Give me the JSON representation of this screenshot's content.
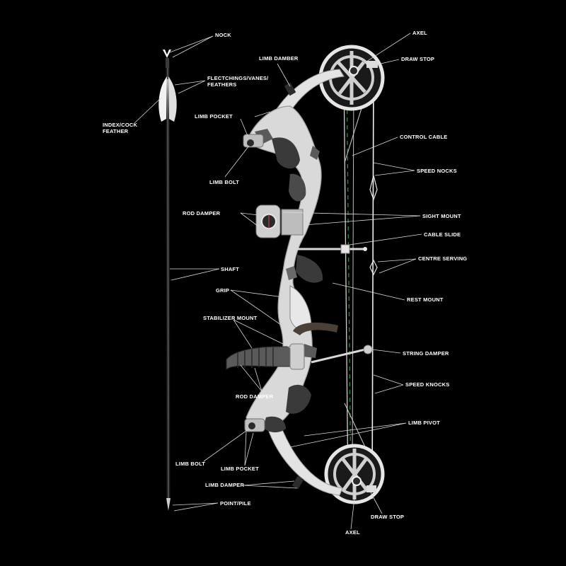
{
  "colors": {
    "background": "#000000",
    "label": "#ffffff",
    "leader": "#d8d8d8",
    "riser_light": "#d9d9d9",
    "riser_dark": "#3a3a3a",
    "cable_green": "#2a8a3a"
  },
  "labels": {
    "nock": "NOCK",
    "fletchings_line1": "FLECTCHINGS/VANES/",
    "fletchings_line2": "FEATHERS",
    "index_line1": "INDEX/COCK",
    "index_line2": "FEATHER",
    "shaft": "SHAFT",
    "point": "POINT/PILE",
    "axel_top": "AXEL",
    "draw_stop_top": "DRAW STOP",
    "limb_damber": "LIMB DAMBER",
    "limb_pocket_top": "LIMB POCKET",
    "limb_bolt_top": "LIMB BOLT",
    "control_cable": "CONTROL CABLE",
    "speed_nocks": "SPEED NOCKS",
    "rod_damper_top": "ROD DAMPER",
    "sight_mount": "SIGHT MOUNT",
    "cable_slide": "CABLE SLIDE",
    "centre_serving": "CENTRE SERVING",
    "grip": "GRIP",
    "rest_mount": "REST MOUNT",
    "stabilizer_mount": "STABILIZER MOUNT",
    "string_damper": "STRING DAMPER",
    "rod_damper_bottom": "ROD DAMPER",
    "speed_knocks": "SPEED KNOCKS",
    "limb_pivot": "LIMB PIVOT",
    "limb_bolt_bottom": "LIMB BOLT",
    "limb_pocket_bottom": "LIMB POCKET",
    "limb_damper_bottom": "LIMB DAMPER",
    "draw_stop_bottom": "DRAW STOP",
    "axel_bottom": "AXEL"
  }
}
